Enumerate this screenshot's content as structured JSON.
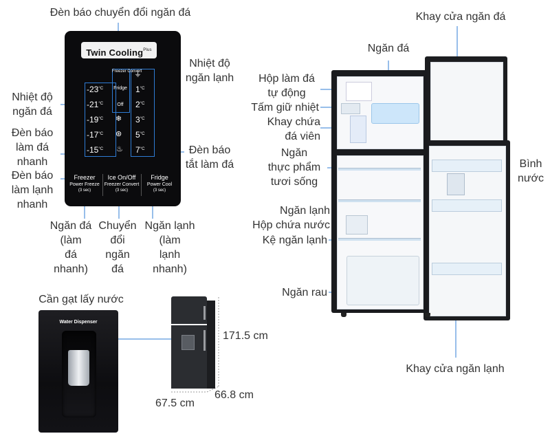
{
  "panel": {
    "brand": "Twin Cooling",
    "brand_sup": "Plus",
    "freezer_temps": [
      "-23",
      "-21",
      "-19",
      "-17",
      "-15"
    ],
    "fridge_temps": [
      "1",
      "2",
      "3",
      "5",
      "7"
    ],
    "unit": "°C",
    "freezer_convert_label": "Freezer\nConvert",
    "fridge_label": "Fridge",
    "off_label": "Off",
    "buttons": [
      {
        "title": "Freezer",
        "sub": "Power Freeze",
        "hold": "(3 sec)"
      },
      {
        "title": "Ice On/Off",
        "sub": "Freezer Convert",
        "hold": "(3 sec)"
      },
      {
        "title": "Fridge",
        "sub": "Power Cool",
        "hold": "(3 sec)"
      }
    ]
  },
  "labels": {
    "convert_indicator": "Đèn báo chuyển đổi ngăn đá",
    "fridge_temp": "Nhiệt độ\nngăn lạnh",
    "freezer_temp": "Nhiệt độ\nngăn đá",
    "ice_indicator": "Đèn báo\nlàm đá\nnhanh",
    "cool_indicator": "Đèn báo\nlàm lạnh\nnhanh",
    "ice_off_indicator": "Đèn báo\ntắt làm đá",
    "btn_freezer": "Ngăn đá\n(làm\nđá\nnhanh)",
    "btn_convert": "Chuyển\nđổi\nngăn\nđá",
    "btn_fridge": "Ngăn lạnh\n(làm\nlạnh\nnhanh)",
    "water_lever": "Cần gạt lấy nước",
    "freezer_door_tray": "Khay cửa ngăn đá",
    "freezer": "Ngăn đá",
    "auto_icemaker": "Hộp làm đá\ntự động",
    "heat_holder": "Tấm giữ nhiệt",
    "ice_cube_tray": "Khay chứa\nđá viên",
    "fresh_food": "Ngăn\nthực phẩm\ntươi sống",
    "water_bottle": "Bình\nnước",
    "fridge_compartment": "Ngăn lạnh",
    "water_box": "Hộp chứa nước",
    "fridge_shelf": "Kệ ngăn lạnh",
    "vegetable": "Ngăn rau",
    "fridge_door_tray": "Khay cửa ngăn lạnh"
  },
  "dispenser": {
    "title": "Water Dispenser"
  },
  "dimensions": {
    "height": "171.5 cm",
    "width": "67.5 cm",
    "depth": "66.8 cm"
  },
  "colors": {
    "accent": "#2f7dd6",
    "callout_dot": "#2f7dd6",
    "text": "#333333"
  }
}
